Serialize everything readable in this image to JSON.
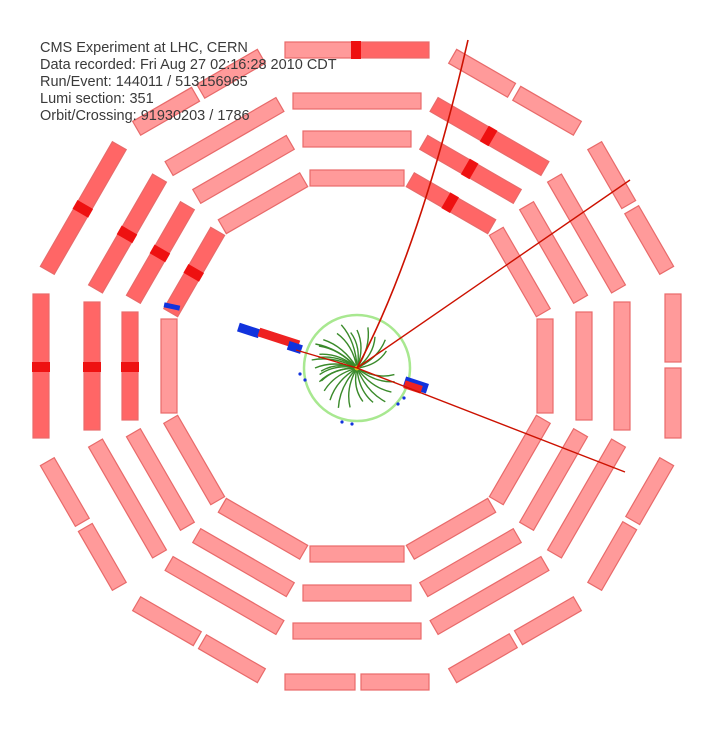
{
  "event_info": {
    "experiment": "CMS Experiment at LHC, CERN",
    "data_recorded": "Data recorded: Fri Aug 27 02:16:28 2010 CDT",
    "run_event": "Run/Event: 144011 / 513156965",
    "lumi_section": "Lumi section: 351",
    "orbit_crossing": "Orbit/Crossing: 91930203 / 1786"
  },
  "colors": {
    "muon_chamber_fill": "#ff9a9a",
    "muon_chamber_stroke": "#e86a6a",
    "hit_chamber_fill": "#ff6666",
    "hit_segment": "#ee1111",
    "track": "#cc1100",
    "inner_track": "#3a8a2a",
    "calo_circle": "#a8e890",
    "calo_deposit_blue": "#1133dd",
    "calo_deposit_red": "#ee2222"
  }
}
